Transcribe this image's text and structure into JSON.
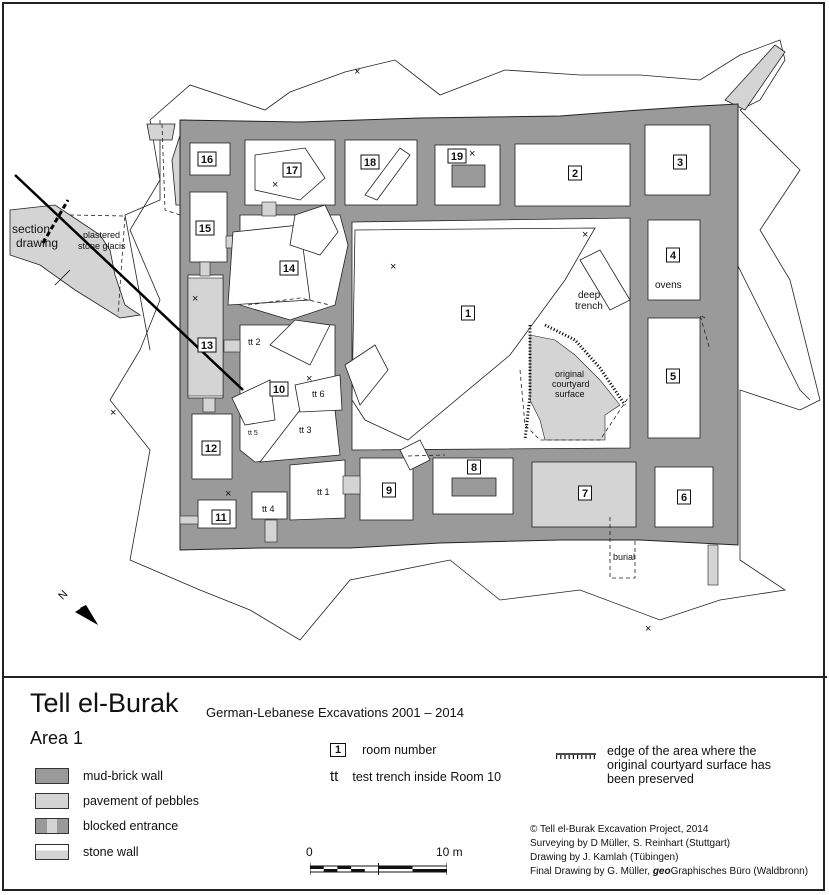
{
  "title": "Tell el-Burak",
  "subtitle": "German-Lebanese Excavations 2001 – 2014",
  "area": "Area 1",
  "colors": {
    "mudbrick": "#9a9a9a",
    "pebbles": "#d4d4d4",
    "stone": "#d4d4d4"
  },
  "map": {
    "rooms": [
      "1",
      "2",
      "3",
      "4",
      "5",
      "6",
      "7",
      "8",
      "9",
      "10",
      "11",
      "12",
      "13",
      "14",
      "15",
      "16",
      "17",
      "18",
      "19"
    ],
    "labels": {
      "section_drawing": [
        "section",
        "drawing"
      ],
      "plastered_glacis": [
        "plastered",
        "stone glacis"
      ],
      "deep_trench": [
        "deep",
        "trench"
      ],
      "ovens": "ovens",
      "original_surface": [
        "original",
        "courtyard",
        "surface"
      ],
      "burial": "burial",
      "tt1": "tt 1",
      "tt2": "tt 2",
      "tt3": "tt 3",
      "tt4": "tt 4",
      "tt5": "tt 5",
      "tt6": "tt 6"
    },
    "north_arrow": "N"
  },
  "legend": {
    "mudbrick": "mud-brick wall",
    "pebbles": "pavement of pebbles",
    "blocked": "blocked entrance",
    "stone": "stone wall",
    "room_number_key": "1",
    "room_number": "room number",
    "tt_key": "tt",
    "tt": "test trench inside",
    "tt_room": "Room 10",
    "edge": [
      "edge of the area where the",
      "original courtyard surface has",
      "been preserved"
    ]
  },
  "scale": {
    "start": "0",
    "end": "10 m"
  },
  "credits": [
    "© Tell el-Burak Excavation Project, 2014",
    "Surveying by D Müller, S. Reinhart  (Stuttgart)",
    "Drawing by J. Kamlah (Tübingen)"
  ],
  "credits_final": {
    "prefix": "Final Drawing by G. Müller, ",
    "geo": "geo",
    "suffix": "Graphisches Büro (Waldbronn)"
  }
}
